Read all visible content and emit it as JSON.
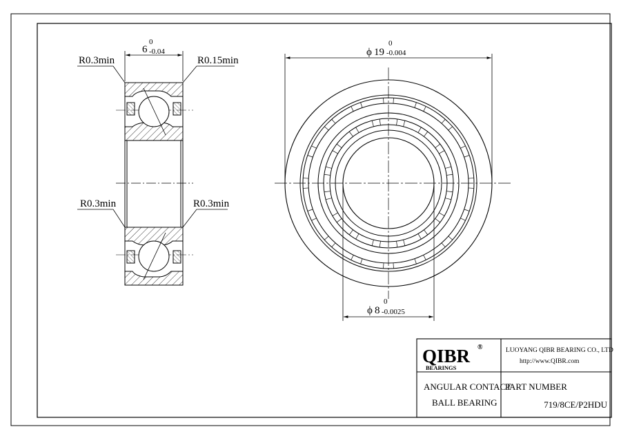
{
  "drawing": {
    "left_view": {
      "width_nominal": "6",
      "width_tol_upper": "0",
      "width_tol_lower": "-0.04",
      "radius_top_left": "R0.3min",
      "radius_top_right": "R0.15min",
      "radius_mid_left": "R0.3min",
      "radius_mid_right": "R0.3min"
    },
    "right_view": {
      "outer_symbol": "ϕ",
      "outer_nominal": "19",
      "outer_tol_upper": "0",
      "outer_tol_lower": "-0.004",
      "inner_symbol": "ϕ",
      "inner_nominal": "8",
      "inner_tol_upper": "0",
      "inner_tol_lower": "-0.0025"
    },
    "title_block": {
      "logo_text": "QIBR",
      "logo_registered": "®",
      "logo_subtext": "BEARINGS",
      "company": "LUOYANG QIBR BEARING CO., LTD",
      "website": "http://www.QIBR.com",
      "product_line1": "ANGULAR CONTACT",
      "product_line2": "BALL BEARING",
      "part_number_label": "PART NUMBER",
      "part_number": "719/8CE/P2HDU"
    }
  }
}
